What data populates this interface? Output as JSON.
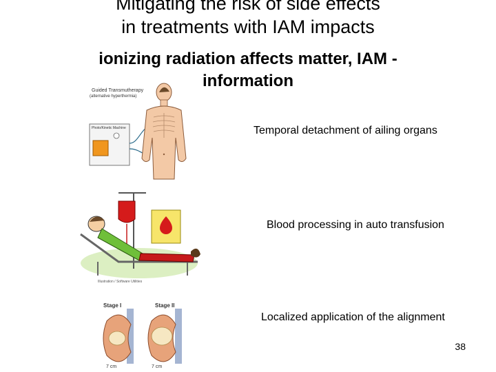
{
  "slide": {
    "title_line1": "Mitigating the risk of side effects",
    "title_line2": "in treatments with IAM impacts",
    "subtitle_line1": "ionizing radiation affects matter, IAM -",
    "subtitle_line2": "information",
    "caption_1": "Temporal detachment of ailing organs",
    "caption_2": "Blood processing in auto transfusion",
    "caption_3": "Localized application of the alignment",
    "page_number": "38"
  },
  "figures": {
    "therapy_header_line1": "Guided Transmutherapy",
    "therapy_header_line2": "(alternative hyperthermia)",
    "machine_label": "Photo/Kinetic Machine",
    "stage1_label": "Stage I",
    "stage2_label": "Stage II",
    "measure_1": "7 cm",
    "measure_2": "7 cm",
    "artwork_label": "Illustration / Software Utilities"
  }
}
